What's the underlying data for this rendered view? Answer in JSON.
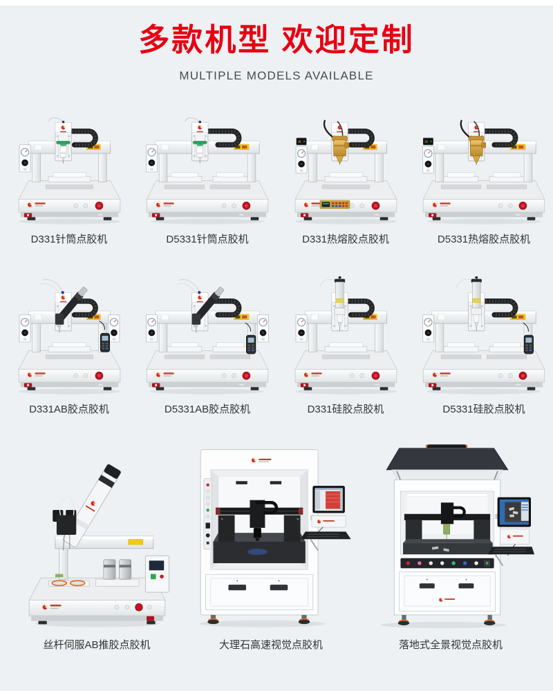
{
  "page": {
    "title": "多款机型 欢迎定制",
    "subtitle": "MULTIPLE MODELS AVAILABLE",
    "title_color": "#e60012",
    "subtitle_color": "#4a4a4a",
    "background_color": "#edf1f3",
    "accent_red": "#c31422",
    "brand_logo_colors": [
      "#d3281c",
      "#f08300"
    ]
  },
  "products": [
    {
      "label": "D331针筒点胶机",
      "machine": "desktop-syringe-dispenser-single-station"
    },
    {
      "label": "D5331针筒点胶机",
      "machine": "desktop-syringe-dispenser-dual-station"
    },
    {
      "label": "D331热熔胶点胶机",
      "machine": "desktop-hotmelt-dispenser-single-station"
    },
    {
      "label": "D5331热熔胶点胶机",
      "machine": "desktop-hotmelt-dispenser-dual-station"
    },
    {
      "label": "D331AB胶点胶机",
      "machine": "desktop-ab-glue-dispenser-single-station"
    },
    {
      "label": "D5331AB胶点胶机",
      "machine": "desktop-ab-glue-dispenser-dual-station"
    },
    {
      "label": "D331硅胶点胶机",
      "machine": "desktop-silicone-dispenser-single-station"
    },
    {
      "label": "D5331硅胶点胶机",
      "machine": "desktop-silicone-dispenser-dual-station"
    },
    {
      "label": "丝杆伺服AB推胶点胶机",
      "machine": "screw-servo-ab-glue-dispenser"
    },
    {
      "label": "大理石高速视觉点胶机",
      "machine": "marble-high-speed-vision-dispenser"
    },
    {
      "label": "落地式全景视觉点胶机",
      "machine": "floor-standing-panoramic-vision-dispenser"
    }
  ]
}
